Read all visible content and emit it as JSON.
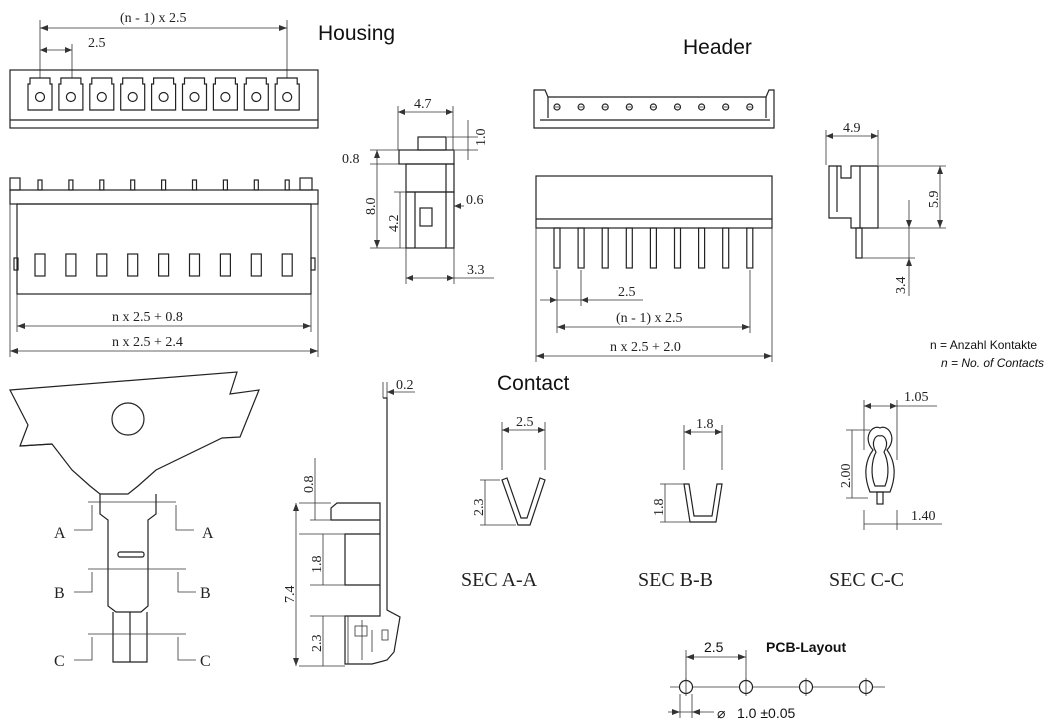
{
  "titles": {
    "housing": "Housing",
    "header": "Header",
    "contact": "Contact",
    "pcb_layout": "PCB-Layout"
  },
  "housing_dims": {
    "pitch_span": "(n - 1) x 2.5",
    "pitch": "2.5",
    "width_inner": "n x 2.5 + 0.8",
    "width_outer": "n x 2.5 + 2.4",
    "side_width": "4.7",
    "top_step": "1.0",
    "ledge": "0.8",
    "height": "8.0",
    "window": "4.2",
    "wall": "0.6",
    "base": "3.3"
  },
  "header_dims": {
    "pitch": "2.5",
    "pitch_span": "(n - 1) x 2.5",
    "width": "n x 2.5 + 2.0",
    "side_width": "4.9",
    "height": "5.9",
    "pin_length": "3.4"
  },
  "notes": {
    "de": "n = Anzahl Kontakte",
    "en": "n = No. of Contacts"
  },
  "contact_dims": {
    "thickness": "0.2",
    "section_a": "0.8",
    "section_b": "1.8",
    "section_c": "2.3",
    "total": "7.4",
    "cut_a": "A",
    "cut_b": "B",
    "cut_c": "C"
  },
  "sections": {
    "a": {
      "label": "SEC A-A",
      "width": "2.5",
      "height": "2.3"
    },
    "b": {
      "label": "SEC B-B",
      "width": "1.8",
      "height": "1.8"
    },
    "c": {
      "label": "SEC C-C",
      "width": "1.05",
      "height": "2.00",
      "depth": "1.40"
    }
  },
  "pcb": {
    "pitch": "2.5",
    "hole": "1.0 ±0.05",
    "diameter_symbol": "⌀"
  }
}
